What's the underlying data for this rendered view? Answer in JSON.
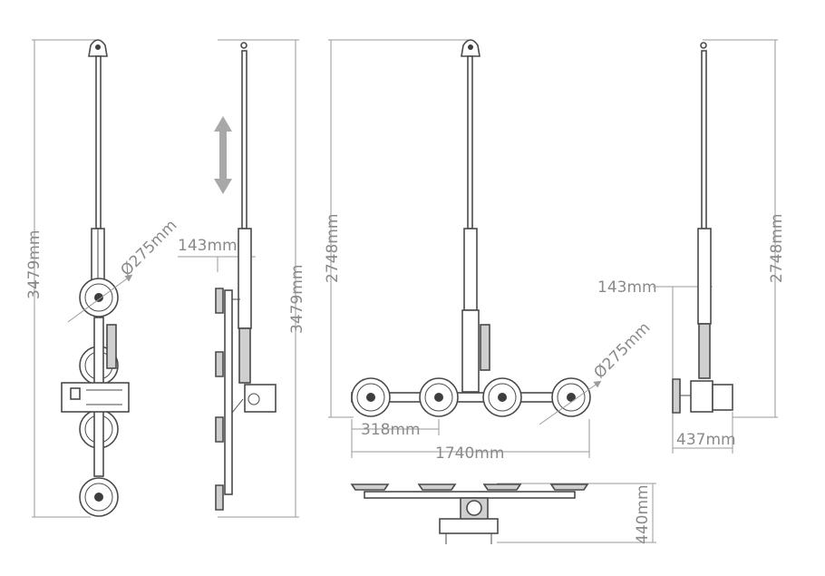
{
  "dimensions": {
    "front_height": "3479mm",
    "front_cup": "Ø275mm",
    "side_offset": "143mm",
    "side_height": "3479mm",
    "wide_height": "2748mm",
    "wide_cup": "Ø275mm",
    "wide_cup_spacing": "318mm",
    "wide_width": "1740mm",
    "right_offset": "143mm",
    "right_height": "2748mm",
    "right_depth": "437mm",
    "top_height": "440mm"
  },
  "colors": {
    "line": "#4a4a4a",
    "dimension": "#8a8a8a",
    "arrow": "#a8a8a8",
    "background": "#ffffff"
  },
  "icons": [
    "up-down-arrow-icon"
  ]
}
